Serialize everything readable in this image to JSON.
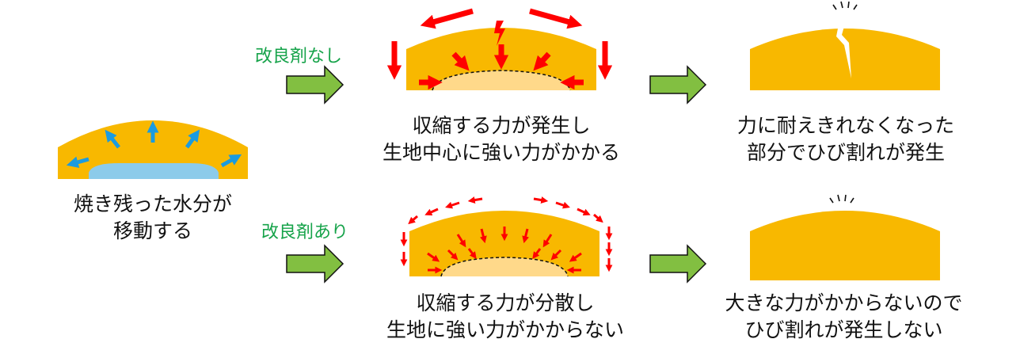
{
  "colors": {
    "cake": "#f8b800",
    "core": "#ffd98a",
    "moisture": "#8ccbea",
    "moisture_arrow": "#1a9be0",
    "force_arrow": "#ff0000",
    "step_arrow": "#82bf41",
    "step_arrow_border": "#111111",
    "label_green": "#16a34a"
  },
  "icons": [
    "moisture-arrow-icon",
    "force-arrow-icon",
    "step-arrow-icon",
    "crack-icon",
    "spark-lines-icon"
  ],
  "start": {
    "caption_line1": "焼き残った水分が",
    "caption_line2": "移動する"
  },
  "without_improver": {
    "label": "改良剤なし",
    "middle_line1": "収縮する力が発生し",
    "middle_line2": "生地中心に強い力がかかる",
    "result_line1": "力に耐えきれなくなった",
    "result_line2": "部分でひび割れが発生"
  },
  "with_improver": {
    "label": "改良剤あり",
    "middle_line1": "収縮する力が分散し",
    "middle_line2": "生地に強い力がかからない",
    "result_line1": "大きな力がかからないので",
    "result_line2": "ひび割れが発生しない"
  }
}
